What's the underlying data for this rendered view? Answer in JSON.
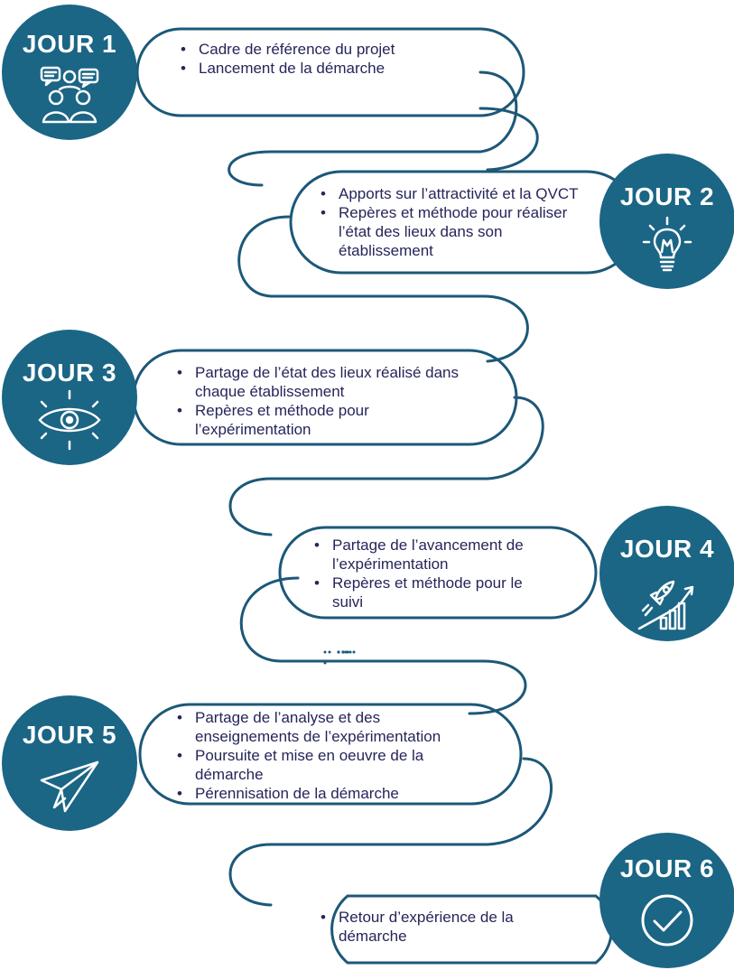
{
  "days": [
    {
      "title": "JOUR 1",
      "icon": "meeting-people-icon",
      "items": [
        "Cadre de référence du projet",
        "Lancement de la démarche"
      ]
    },
    {
      "title": "JOUR 2",
      "icon": "lightbulb-icon",
      "items": [
        "Apports sur l’attractivité et la QVCT",
        "Repères et méthode pour réaliser l’état des lieux dans son établissement"
      ]
    },
    {
      "title": "JOUR 3",
      "icon": "eye-icon",
      "items": [
        "Partage de l’état des lieux réalisé dans chaque établissement",
        "Repères et méthode pour l’expérimentation"
      ]
    },
    {
      "title": "JOUR 4",
      "icon": "rocket-growth-icon",
      "items": [
        "Partage de l’avancement de l’expérimentation",
        "Repères et méthode pour le suivi"
      ]
    },
    {
      "title": "JOUR 5",
      "icon": "paper-plane-icon",
      "items": [
        "Partage de l’analyse et des enseignements de l’expérimentation",
        "Poursuite et mise en oeuvre de la démarche",
        "Pérennisation de la démarche"
      ]
    },
    {
      "title": "JOUR 6",
      "icon": "check-circle-icon",
      "items": [
        "Retour d’expérience de la démarche"
      ]
    }
  ],
  "colors": {
    "circle": "#1b6585",
    "line": "#1c5878",
    "text": "#26255a"
  }
}
